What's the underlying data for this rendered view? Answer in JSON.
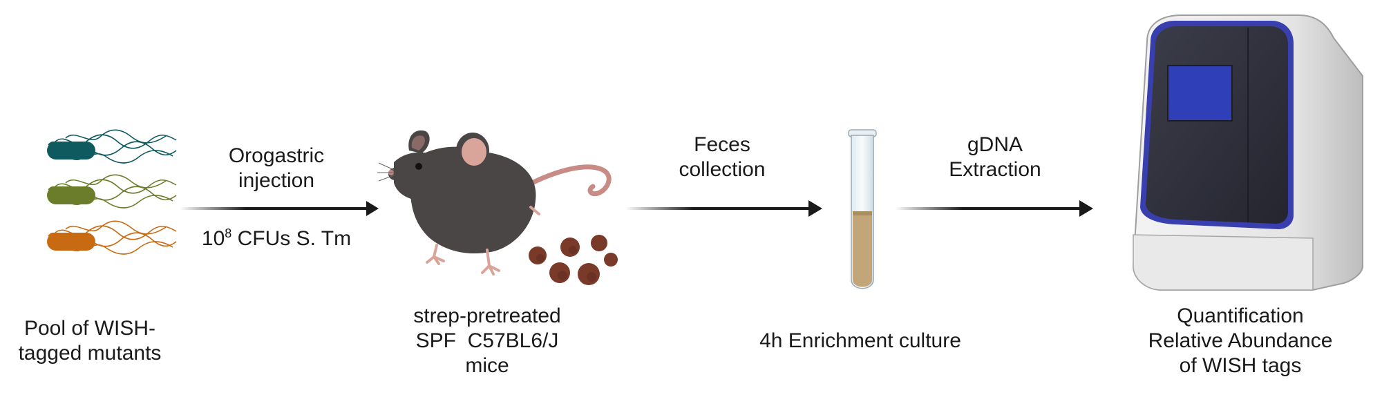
{
  "steps": {
    "pool_label": [
      "Pool of WISH-",
      "tagged mutants"
    ],
    "injection_label": [
      "Orogastric",
      "injection"
    ],
    "dose": {
      "base": "10",
      "exponent": "8",
      "rest": " CFUs S. Tm"
    },
    "mice_label": [
      "strep-pretreated",
      "SPF  C57BL6/J",
      "mice"
    ],
    "feces_label": [
      "Feces",
      "collection"
    ],
    "enrichment_label": "4h Enrichment culture",
    "extraction_label": [
      "gDNA",
      "Extraction"
    ],
    "quant_label": [
      "Quantification",
      "Relative Abundance",
      "of WISH tags"
    ]
  },
  "colors": {
    "bacterium_1": "#0f5a5e",
    "bacterium_2": "#6b7d2a",
    "bacterium_3": "#c76a12",
    "mouse_body": "#4a4646",
    "mouse_ear": "#d9a49a",
    "feces": "#7a3a2a",
    "culture_medium": "#c2a679",
    "instrument_screen": "#2f3fb8",
    "arrow": "#1a1a1a"
  }
}
